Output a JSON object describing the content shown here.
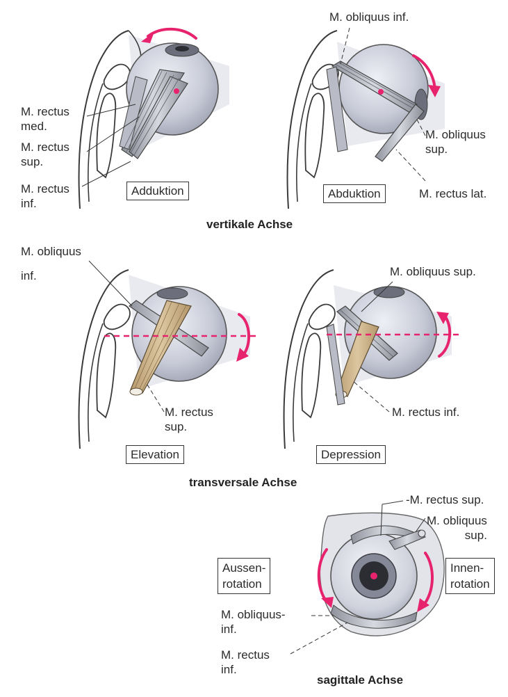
{
  "colors": {
    "accent": "#e8236e",
    "eyeball": "#c9ccd8",
    "muscle_highlight": "#c9b28e",
    "outline": "#3a3a3a"
  },
  "panels": {
    "adduktion": {
      "labels": {
        "rectus_med": [
          "M. rectus",
          "med."
        ],
        "rectus_sup": [
          "M. rectus",
          "sup."
        ],
        "rectus_inf": [
          "M. rectus",
          "inf."
        ]
      },
      "movement": "Adduktion"
    },
    "abduktion": {
      "labels": {
        "obliquus_inf": "M. obliquus inf.",
        "obliquus_sup": [
          "M. obliquus",
          "sup."
        ],
        "rectus_lat": "M. rectus lat."
      },
      "movement": "Abduktion"
    },
    "elevation": {
      "labels": {
        "obliquus_inf": [
          "M. obliquus",
          "inf."
        ],
        "rectus_sup": [
          "M. rectus",
          "sup."
        ]
      },
      "movement": "Elevation"
    },
    "depression": {
      "labels": {
        "obliquus_sup": "M. obliquus sup.",
        "rectus_inf": "M. rectus inf."
      },
      "movement": "Depression"
    },
    "rotation": {
      "labels": {
        "rectus_sup": "-M. rectus sup.",
        "obliquus_sup": [
          "M. obliquus",
          "sup."
        ],
        "obliquus_inf": [
          "M. obliquus-",
          "inf."
        ],
        "rectus_inf": [
          "M. rectus",
          "inf."
        ]
      },
      "aussen": [
        "Aussen-",
        "rotation"
      ],
      "innen": [
        "Innen-",
        "rotation"
      ]
    }
  },
  "axes": {
    "vertical": "vertikale Achse",
    "transverse": "transversale Achse",
    "sagittal": "sagittale Achse"
  }
}
